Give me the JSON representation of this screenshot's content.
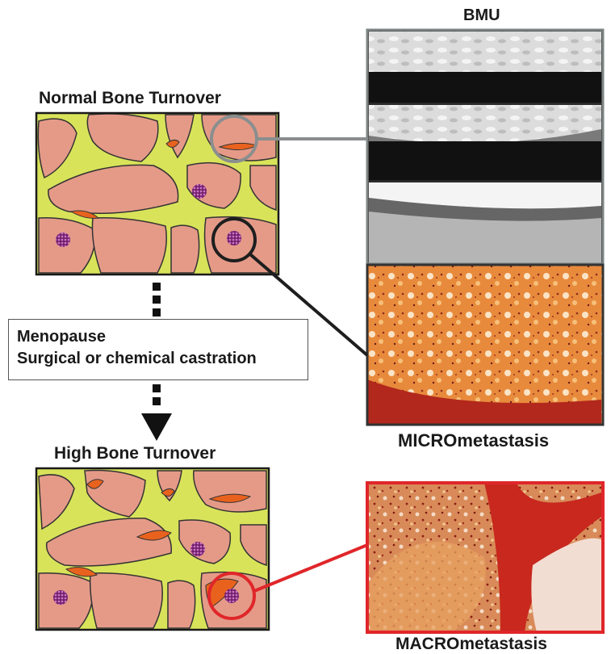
{
  "titles": {
    "normal": "Normal Bone Turnover",
    "high": "High Bone Turnover"
  },
  "photos": {
    "bmu": "BMU",
    "micro": "MICROmetastasis",
    "macro": "MACROmetastasis"
  },
  "condition_box": {
    "line1": "Menopause",
    "line2": "Surgical or chemical castration"
  },
  "colors": {
    "marrow": "#e59a88",
    "bone": "#d9e35a",
    "osteoclast": "#e8621e",
    "tumor": "#7a2a7a",
    "bmu_circle": "#8a8e8e",
    "micro_circle": "#1e1e1e",
    "macro_circle": "#e0262a"
  }
}
